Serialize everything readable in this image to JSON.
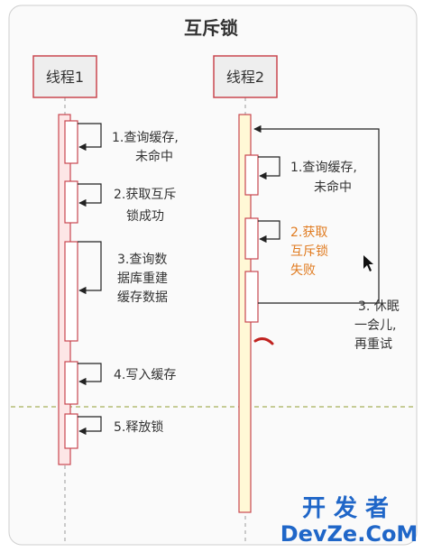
{
  "title": "互斥锁",
  "lanes": [
    {
      "id": "t1",
      "label": "线程1"
    },
    {
      "id": "t2",
      "label": "线程2"
    }
  ],
  "thread1_steps": [
    {
      "lines": [
        "1.查询缓存,",
        "未命中"
      ]
    },
    {
      "lines": [
        "2.获取互斥",
        "锁成功"
      ]
    },
    {
      "lines": [
        "3.查询数",
        "据库重建",
        "缓存数据"
      ]
    },
    {
      "lines": [
        "4.写入缓存"
      ]
    },
    {
      "lines": [
        "5.释放锁"
      ]
    }
  ],
  "thread2_steps": [
    {
      "lines": [
        "1.查询缓存,",
        "未命中"
      ]
    },
    {
      "lines": [
        "2.获取",
        "互斥锁",
        "失败"
      ]
    }
  ],
  "retry_note": [
    "3. 休眠",
    "一会儿,",
    "再重试"
  ],
  "watermark": [
    "开 发 者",
    "DevZe.CoM"
  ],
  "colors": {
    "lane_bg": "#eeeeee",
    "border": "#c9474f",
    "activation_t1": "#fde6e6",
    "activation_t2": "#fff8d6",
    "highlight_text": "#e07b20",
    "divider": "#a8b05a",
    "text": "#333333"
  }
}
